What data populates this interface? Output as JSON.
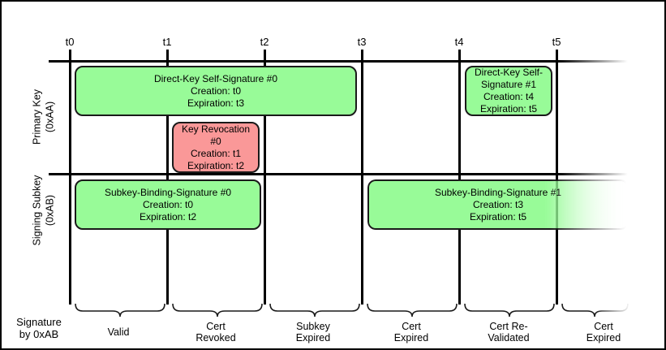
{
  "figure": {
    "ticks": [
      "t0",
      "t1",
      "t2",
      "t3",
      "t4",
      "t5"
    ],
    "rows": {
      "primary": {
        "line1": "Primary Key",
        "line2": "(0xAA)"
      },
      "subkey": {
        "line1": "Signing Subkey",
        "line2": "(0xAB)"
      }
    },
    "boxes": {
      "dks0": {
        "title": "Direct-Key Self-Signature #0",
        "creation": "Creation: t0",
        "expiration": "Expiration: t3"
      },
      "rev0": {
        "title": "Key Revocation #0",
        "creation": "Creation: t1",
        "expiration": "Expiration: t2"
      },
      "dks1": {
        "title": "Direct-Key Self-Signature #1",
        "creation": "Creation: t4",
        "expiration": "Expiration: t5"
      },
      "sbs0": {
        "title": "Subkey-Binding-Signature #0",
        "creation": "Creation: t0",
        "expiration": "Expiration: t2"
      },
      "sbs1": {
        "title": "Subkey-Binding-Signature #1",
        "creation": "Creation: t3",
        "expiration": "Expiration: t5"
      }
    },
    "footer": {
      "axis_line1": "Signature",
      "axis_line2": "by 0xAB",
      "segments": [
        "Valid",
        "Cert Revoked",
        "Subkey Expired",
        "Cert Expired",
        "Cert Re-Validated",
        "Cert Expired"
      ]
    },
    "colors": {
      "valid_green": "#98FB98",
      "revoked_red": "#FA9898",
      "line": "#000000"
    }
  }
}
